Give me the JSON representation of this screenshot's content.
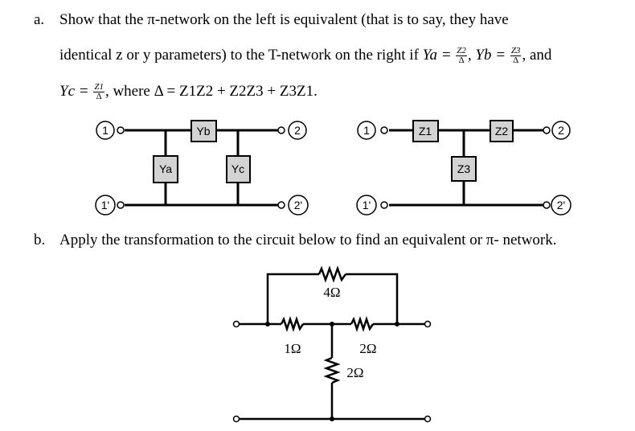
{
  "part_a": {
    "marker": "a.",
    "line1": "Show that the π-network on the left is equivalent (that is to say, they have",
    "line2_pre": "identical z or y parameters) to the T-network on the right if ",
    "Ya_label": "Ya =",
    "Ya_num": "Z2",
    "Yb_label": ", Yb =",
    "Yb_num": "Z3",
    "and": ", and",
    "Yc_label": "Yc =",
    "Yc_num": "Z1",
    "den": "Δ",
    "where": ", where Δ = Z1Z2 + Z2Z3 + Z3Z1."
  },
  "pi_network": {
    "port1": "1",
    "port2": "2",
    "port1p": "1'",
    "port2p": "2'",
    "Ya": "Ya",
    "Yb": "Yb",
    "Yc": "Yc"
  },
  "t_network": {
    "port1": "1",
    "port2": "2",
    "port1p": "1'",
    "port2p": "2'",
    "Z1": "Z1",
    "Z2": "Z2",
    "Z3": "Z3"
  },
  "part_b": {
    "marker": "b.",
    "text": "Apply the transformation to the circuit below to find an equivalent or π- network."
  },
  "circuit_b": {
    "r_top": "4Ω",
    "r_left": "1Ω",
    "r_right": "2Ω",
    "r_mid": "2Ω"
  }
}
